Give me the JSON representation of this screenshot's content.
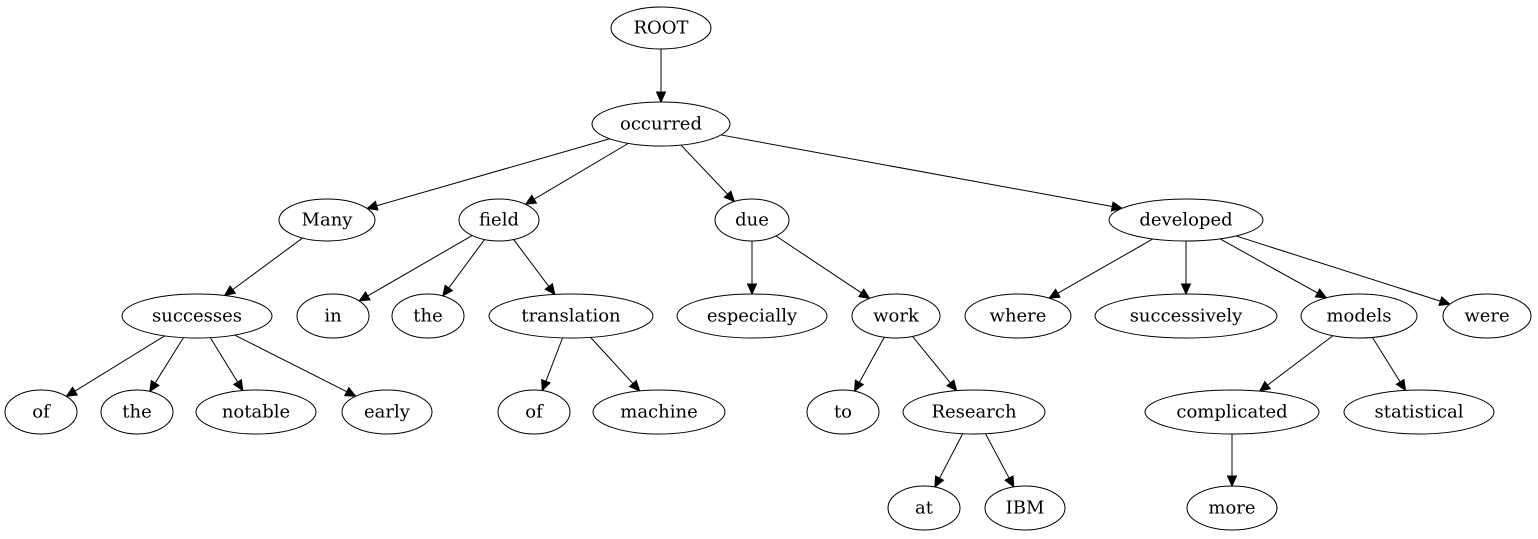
{
  "tree": {
    "nodes": [
      {
        "id": "n0",
        "label": "ROOT"
      },
      {
        "id": "n1",
        "label": "occurred"
      },
      {
        "id": "n2",
        "label": "Many"
      },
      {
        "id": "n3",
        "label": "field"
      },
      {
        "id": "n4",
        "label": "due"
      },
      {
        "id": "n5",
        "label": "developed"
      },
      {
        "id": "n6",
        "label": "successes"
      },
      {
        "id": "n7",
        "label": "in"
      },
      {
        "id": "n8",
        "label": "the"
      },
      {
        "id": "n9",
        "label": "translation"
      },
      {
        "id": "n10",
        "label": "especially"
      },
      {
        "id": "n11",
        "label": "work"
      },
      {
        "id": "n12",
        "label": "where"
      },
      {
        "id": "n13",
        "label": "successively"
      },
      {
        "id": "n14",
        "label": "models"
      },
      {
        "id": "n15",
        "label": "were"
      },
      {
        "id": "n16",
        "label": "of"
      },
      {
        "id": "n17",
        "label": "the"
      },
      {
        "id": "n18",
        "label": "notable"
      },
      {
        "id": "n19",
        "label": "early"
      },
      {
        "id": "n20",
        "label": "of"
      },
      {
        "id": "n21",
        "label": "machine"
      },
      {
        "id": "n22",
        "label": "to"
      },
      {
        "id": "n23",
        "label": "Research"
      },
      {
        "id": "n24",
        "label": "complicated"
      },
      {
        "id": "n25",
        "label": "statistical"
      },
      {
        "id": "n26",
        "label": "at"
      },
      {
        "id": "n27",
        "label": "IBM"
      },
      {
        "id": "n28",
        "label": "more"
      }
    ],
    "edges": [
      {
        "from": "n0",
        "to": "n1"
      },
      {
        "from": "n1",
        "to": "n2"
      },
      {
        "from": "n1",
        "to": "n3"
      },
      {
        "from": "n1",
        "to": "n4"
      },
      {
        "from": "n1",
        "to": "n5"
      },
      {
        "from": "n2",
        "to": "n6"
      },
      {
        "from": "n3",
        "to": "n7"
      },
      {
        "from": "n3",
        "to": "n8"
      },
      {
        "from": "n3",
        "to": "n9"
      },
      {
        "from": "n4",
        "to": "n10"
      },
      {
        "from": "n4",
        "to": "n11"
      },
      {
        "from": "n5",
        "to": "n12"
      },
      {
        "from": "n5",
        "to": "n13"
      },
      {
        "from": "n5",
        "to": "n14"
      },
      {
        "from": "n5",
        "to": "n15"
      },
      {
        "from": "n6",
        "to": "n16"
      },
      {
        "from": "n6",
        "to": "n17"
      },
      {
        "from": "n6",
        "to": "n18"
      },
      {
        "from": "n6",
        "to": "n19"
      },
      {
        "from": "n9",
        "to": "n20"
      },
      {
        "from": "n9",
        "to": "n21"
      },
      {
        "from": "n11",
        "to": "n22"
      },
      {
        "from": "n11",
        "to": "n23"
      },
      {
        "from": "n14",
        "to": "n24"
      },
      {
        "from": "n14",
        "to": "n25"
      },
      {
        "from": "n23",
        "to": "n26"
      },
      {
        "from": "n23",
        "to": "n27"
      },
      {
        "from": "n24",
        "to": "n28"
      }
    ]
  }
}
